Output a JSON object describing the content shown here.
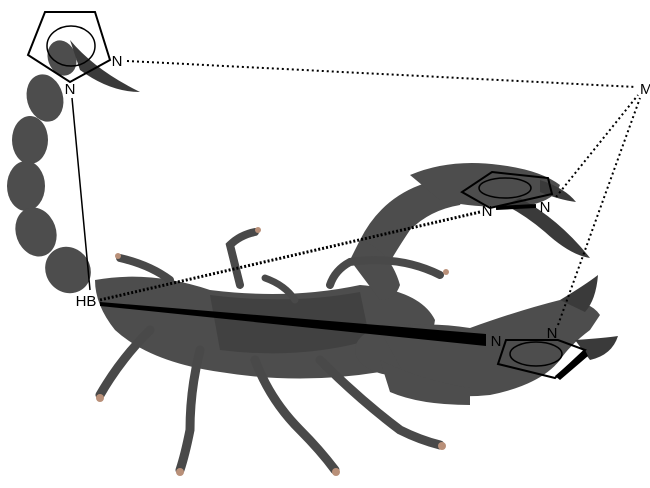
{
  "labels": {
    "boron": "HB",
    "metal": "M",
    "nitrogen": "N"
  },
  "colors": {
    "scorpion_body": "#3e3e3e",
    "scorpion_toes": "#b4876e",
    "bonds": "#000000",
    "background": "#ffffff"
  }
}
